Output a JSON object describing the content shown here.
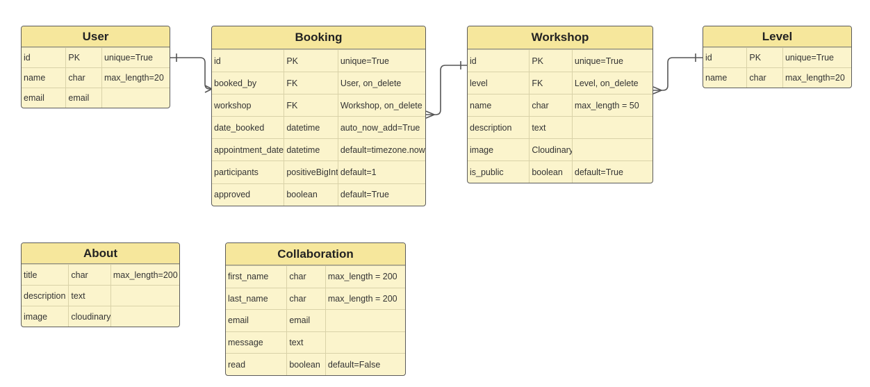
{
  "entities": {
    "user": {
      "title": "User",
      "rows": [
        [
          "id",
          "PK",
          "unique=True"
        ],
        [
          "name",
          "char",
          "max_length=20"
        ],
        [
          "email",
          "email",
          ""
        ]
      ]
    },
    "booking": {
      "title": "Booking",
      "rows": [
        [
          "id",
          "PK",
          "unique=True"
        ],
        [
          "booked_by",
          "FK",
          "User, on_delete"
        ],
        [
          "workshop",
          "FK",
          "Workshop, on_delete"
        ],
        [
          "date_booked",
          "datetime",
          "auto_now_add=True"
        ],
        [
          "appointment_date",
          "datetime",
          "default=timezone.now"
        ],
        [
          "participants",
          "positiveBigInt",
          "default=1"
        ],
        [
          "approved",
          "boolean",
          "default=True"
        ]
      ]
    },
    "workshop": {
      "title": "Workshop",
      "rows": [
        [
          "id",
          "PK",
          "unique=True"
        ],
        [
          "level",
          "FK",
          "Level, on_delete"
        ],
        [
          "name",
          "char",
          "max_length = 50"
        ],
        [
          "description",
          "text",
          ""
        ],
        [
          "image",
          "Cloudinary",
          ""
        ],
        [
          "is_public",
          "boolean",
          "default=True"
        ]
      ]
    },
    "level": {
      "title": "Level",
      "rows": [
        [
          "id",
          "PK",
          "unique=True"
        ],
        [
          "name",
          "char",
          "max_length=20"
        ]
      ]
    },
    "about": {
      "title": "About",
      "rows": [
        [
          "title",
          "char",
          "max_length=200"
        ],
        [
          "description",
          "text",
          ""
        ],
        [
          "image",
          "cloudinary",
          ""
        ]
      ]
    },
    "collaboration": {
      "title": "Collaboration",
      "rows": [
        [
          "first_name",
          "char",
          "max_length = 200"
        ],
        [
          "last_name",
          "char",
          "max_length = 200"
        ],
        [
          "email",
          "email",
          ""
        ],
        [
          "message",
          "text",
          ""
        ],
        [
          "read",
          "boolean",
          "default=False"
        ]
      ]
    }
  },
  "relationships": [
    {
      "from": "booking.booked_by",
      "to": "user.id",
      "type": "many-to-one"
    },
    {
      "from": "booking.workshop",
      "to": "workshop.id",
      "type": "many-to-one"
    },
    {
      "from": "workshop.level",
      "to": "level.id",
      "type": "many-to-one"
    }
  ],
  "colors": {
    "header": "#f6e79c",
    "body": "#fbf4cc",
    "border": "#5a5a5a",
    "connector": "#555555"
  }
}
